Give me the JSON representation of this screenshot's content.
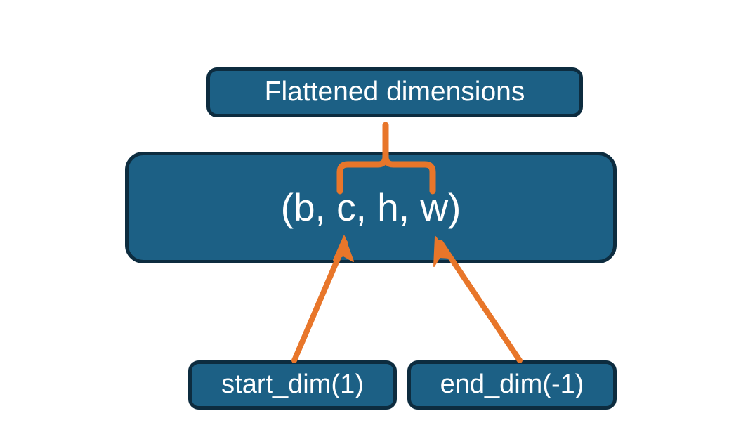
{
  "diagram": {
    "title_node": "Flattened dimensions",
    "shape_node": "(b, c, h, w)",
    "start_dim_node": "start_dim(1)",
    "end_dim_node": "end_dim(-1)",
    "colors": {
      "background": "#ffffff",
      "node_fill": "#1c6085",
      "node_border": "#0d2c3f",
      "node_text": "#ffffff",
      "connector": "#e8762a"
    },
    "connectors": [
      {
        "name": "curly-brace-flattened",
        "kind": "brace",
        "from": "(b, c, h, w)",
        "to": "Flattened dimensions",
        "spans_dimensions": "c, h, w"
      },
      {
        "name": "arrow-start-dim",
        "kind": "arrow",
        "from": "start_dim(1)",
        "to": "(b, c, h, w)",
        "points_at_dimension": "c"
      },
      {
        "name": "arrow-end-dim",
        "kind": "arrow",
        "from": "end_dim(-1)",
        "to": "(b, c, h, w)",
        "points_at_dimension": "w"
      }
    ]
  }
}
